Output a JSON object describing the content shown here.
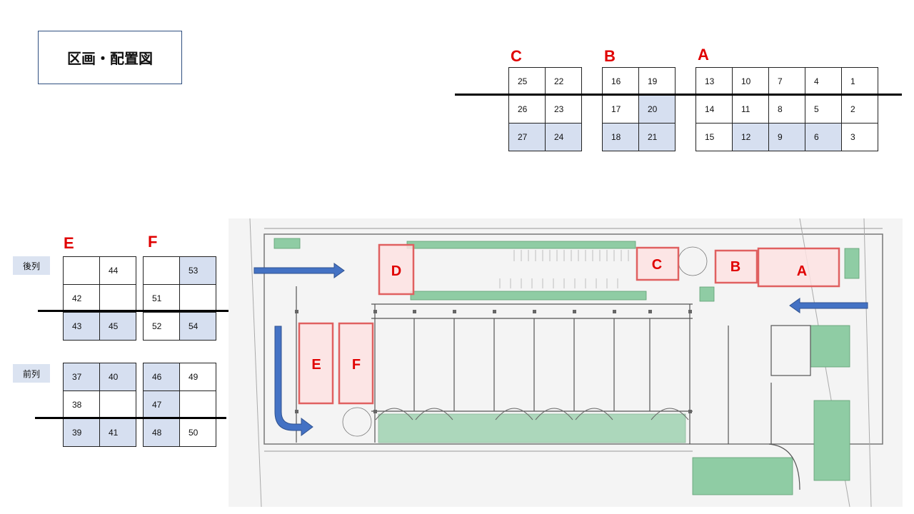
{
  "title": "区画・配置図",
  "colors": {
    "highlight": "#d6dff0",
    "marker_red": "#e00000",
    "arrow_blue": "#4472c4",
    "green_zone": "#8fcca4"
  },
  "top_sections": [
    {
      "label": "C",
      "rows": [
        [
          {
            "n": "25",
            "h": false
          },
          {
            "n": "22",
            "h": false
          }
        ],
        [
          {
            "n": "26",
            "h": false
          },
          {
            "n": "23",
            "h": false
          }
        ],
        [
          {
            "n": "27",
            "h": true
          },
          {
            "n": "24",
            "h": true
          }
        ]
      ]
    },
    {
      "label": "B",
      "rows": [
        [
          {
            "n": "16",
            "h": false
          },
          {
            "n": "19",
            "h": false
          }
        ],
        [
          {
            "n": "17",
            "h": false
          },
          {
            "n": "20",
            "h": true
          }
        ],
        [
          {
            "n": "18",
            "h": true
          },
          {
            "n": "21",
            "h": true
          }
        ]
      ]
    },
    {
      "label": "A",
      "rows": [
        [
          {
            "n": "13",
            "h": false
          },
          {
            "n": "10",
            "h": false
          },
          {
            "n": "7",
            "h": false
          },
          {
            "n": "4",
            "h": false
          },
          {
            "n": "1",
            "h": false
          }
        ],
        [
          {
            "n": "14",
            "h": false
          },
          {
            "n": "11",
            "h": false
          },
          {
            "n": "8",
            "h": false
          },
          {
            "n": "5",
            "h": false
          },
          {
            "n": "2",
            "h": false
          }
        ],
        [
          {
            "n": "15",
            "h": false
          },
          {
            "n": "12",
            "h": true
          },
          {
            "n": "9",
            "h": true
          },
          {
            "n": "6",
            "h": true
          },
          {
            "n": "3",
            "h": false
          }
        ]
      ]
    }
  ],
  "left_sections": {
    "labels": {
      "e": "E",
      "f": "F"
    },
    "row_labels": {
      "back": "後列",
      "front": "前列"
    },
    "back": {
      "E": [
        [
          {
            "n": "",
            "h": false
          },
          {
            "n": "44",
            "h": false
          }
        ],
        [
          {
            "n": "42",
            "h": false
          },
          {
            "n": "",
            "h": false
          }
        ],
        [
          {
            "n": "43",
            "h": true
          },
          {
            "n": "45",
            "h": true
          }
        ]
      ],
      "F": [
        [
          {
            "n": "",
            "h": false
          },
          {
            "n": "53",
            "h": true
          }
        ],
        [
          {
            "n": "51",
            "h": false
          },
          {
            "n": "",
            "h": false
          }
        ],
        [
          {
            "n": "52",
            "h": false
          },
          {
            "n": "54",
            "h": true
          }
        ]
      ]
    },
    "front": {
      "E": [
        [
          {
            "n": "37",
            "h": true
          },
          {
            "n": "40",
            "h": true
          }
        ],
        [
          {
            "n": "38",
            "h": false
          },
          {
            "n": "",
            "h": false
          }
        ],
        [
          {
            "n": "39",
            "h": true
          },
          {
            "n": "41",
            "h": true
          }
        ]
      ],
      "F": [
        [
          {
            "n": "46",
            "h": true
          },
          {
            "n": "49",
            "h": false
          }
        ],
        [
          {
            "n": "47",
            "h": true
          },
          {
            "n": "",
            "h": false
          }
        ],
        [
          {
            "n": "48",
            "h": true
          },
          {
            "n": "50",
            "h": false
          }
        ]
      ]
    }
  },
  "plan_markers": [
    "D",
    "C",
    "B",
    "A",
    "E",
    "F"
  ]
}
